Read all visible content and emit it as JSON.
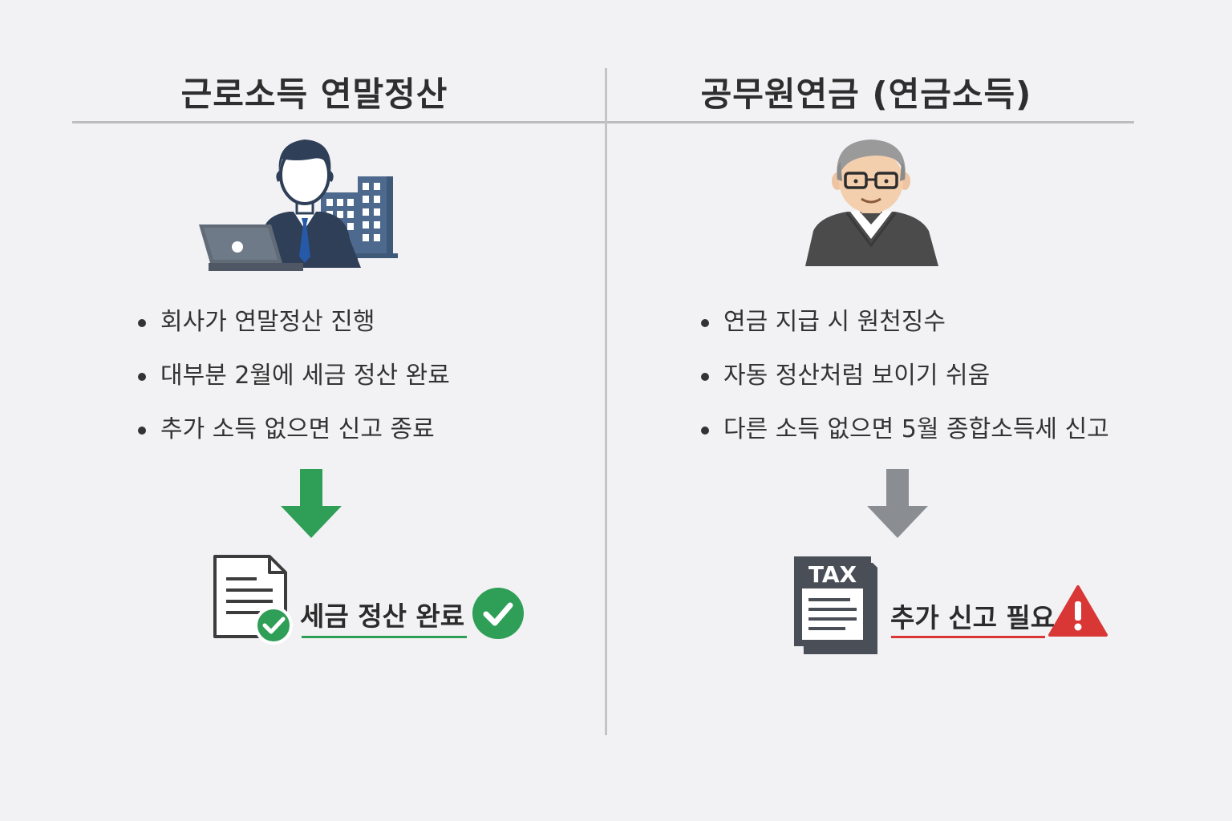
{
  "left": {
    "title": "근로소득 연말정산",
    "bullets": [
      "회사가 연말정산 진행",
      "대부분 2월에 세금 정산 완료",
      "추가 소득 없으면 신고 종료"
    ],
    "result_label": "세금 정산 완료",
    "accent_color": "#2f9e57"
  },
  "right": {
    "title": "공무원연금 (연금소득)",
    "bullets": [
      "연금 지급 시 원천징수",
      "자동 정산처럼 보이기 쉬움",
      "다른 소득 없으면 5월 종합소득세 신고"
    ],
    "document_tag": "TAX",
    "result_label": "추가 신고 필요",
    "accent_color": "#d93636"
  },
  "icons": {
    "left_person": "office-worker-with-laptop-icon",
    "right_person": "senior-man-icon",
    "left_arrow": "green-down-arrow-icon",
    "right_arrow": "gray-down-arrow-icon",
    "left_document": "document-check-icon",
    "right_document": "tax-document-icon",
    "left_status": "check-circle-icon",
    "right_status": "warning-triangle-icon"
  }
}
